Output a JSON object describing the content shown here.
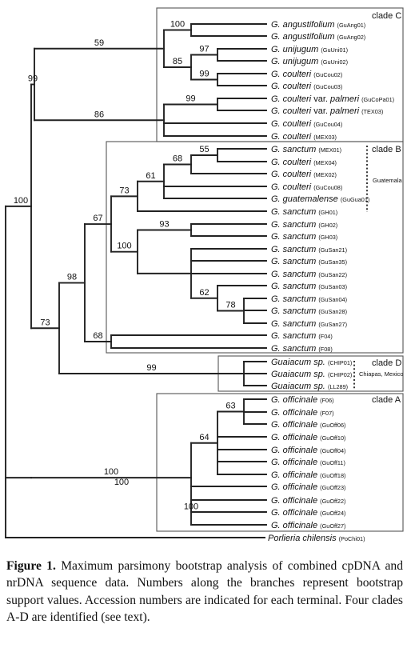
{
  "taxa": [
    {
      "id": "t1",
      "name": "G. angustifolium",
      "acc": "(GuAng01)"
    },
    {
      "id": "t2",
      "name": "G. angustifolium",
      "acc": "(GuAng02)"
    },
    {
      "id": "t3",
      "name": "G. unijugum",
      "acc": "(GuUni01)"
    },
    {
      "id": "t4",
      "name": "G. unijugum",
      "acc": "(GuUni02)"
    },
    {
      "id": "t5",
      "name": "G. coulteri",
      "acc": "(GuCou02)"
    },
    {
      "id": "t6",
      "name": "G. coulteri",
      "acc": "(GuCou03)"
    },
    {
      "id": "t7",
      "name": "G. coulteri",
      "suffix": " var. ",
      "name2": "palmeri",
      "acc": "(GuCoPa01)"
    },
    {
      "id": "t8",
      "name": "G. coulteri",
      "suffix": " var. ",
      "name2": "palmeri",
      "acc": "(TEX03)"
    },
    {
      "id": "t9",
      "name": "G. coulteri",
      "acc": "(GuCou04)"
    },
    {
      "id": "t10",
      "name": "G. coulteri",
      "acc": "(MEX03)"
    },
    {
      "id": "t11",
      "name": "G. sanctum",
      "acc": "(MEX01)"
    },
    {
      "id": "t12",
      "name": "G. coulteri",
      "acc": "(MEX04)"
    },
    {
      "id": "t13",
      "name": "G. coulteri",
      "acc": "(MEX02)"
    },
    {
      "id": "t14",
      "name": "G. coulteri",
      "acc": "(GuCou08)"
    },
    {
      "id": "t15",
      "name": "G. guatemalense",
      "acc": "(GuGua01)"
    },
    {
      "id": "t16",
      "name": "G. sanctum",
      "acc": "(GH01)"
    },
    {
      "id": "t17",
      "name": "G. sanctum",
      "acc": "(GH02)"
    },
    {
      "id": "t18",
      "name": "G. sanctum",
      "acc": "(GH03)"
    },
    {
      "id": "t19",
      "name": "G. sanctum",
      "acc": "(GuSan21)"
    },
    {
      "id": "t20",
      "name": "G. sanctum",
      "acc": "(GuSan35)"
    },
    {
      "id": "t21",
      "name": "G. sanctum",
      "acc": "(GuSan22)"
    },
    {
      "id": "t22",
      "name": "G. sanctum",
      "acc": "(GuSan03)"
    },
    {
      "id": "t23",
      "name": "G. sanctum",
      "acc": "(GuSan04)"
    },
    {
      "id": "t24",
      "name": "G. sanctum",
      "acc": "(GuSan28)"
    },
    {
      "id": "t25",
      "name": "G. sanctum",
      "acc": "(GuSan27)"
    },
    {
      "id": "t26",
      "name": "G. sanctum",
      "acc": "(F04)"
    },
    {
      "id": "t27",
      "name": "G. sanctum",
      "acc": "(F08)"
    },
    {
      "id": "t28",
      "name": "Guaiacum sp.",
      "acc": "(CHIP01)"
    },
    {
      "id": "t29",
      "name": "Guaiacum sp.",
      "acc": "(CHIP02)"
    },
    {
      "id": "t30",
      "name": "Guaiacum sp.",
      "acc": "(LL289)"
    },
    {
      "id": "t31",
      "name": "G. officinale",
      "acc": "(F06)"
    },
    {
      "id": "t32",
      "name": "G. officinale",
      "acc": "(F07)"
    },
    {
      "id": "t33",
      "name": "G. officinale",
      "acc": "(GuOff06)"
    },
    {
      "id": "t34",
      "name": "G. officinale",
      "acc": "(GuOff10)"
    },
    {
      "id": "t35",
      "name": "G. officinale",
      "acc": "(GuOff04)"
    },
    {
      "id": "t36",
      "name": "G. officinale",
      "acc": "(GuOff11)"
    },
    {
      "id": "t37",
      "name": "G. officinale",
      "acc": "(GuOff18)"
    },
    {
      "id": "t38",
      "name": "G. officinale",
      "acc": "(GuOff23)"
    },
    {
      "id": "t39",
      "name": "G. officinale",
      "acc": "(GuOff22)"
    },
    {
      "id": "t40",
      "name": "G. officinale",
      "acc": "(GuOff24)"
    },
    {
      "id": "t41",
      "name": "G. officinale",
      "acc": "(GuOff27)"
    },
    {
      "id": "t42",
      "name": "Porlieria chilensis",
      "acc": "(PoChi01)"
    }
  ],
  "bootstrap": [
    "100",
    "59",
    "97",
    "85",
    "99",
    "99",
    "86",
    "99",
    "100",
    "55",
    "68",
    "61",
    "73",
    "93",
    "100",
    "78",
    "62",
    "67",
    "68",
    "98",
    "99",
    "73",
    "63",
    "64",
    "100",
    "100",
    "100"
  ],
  "clades": {
    "c": "clade C",
    "b": "clade B",
    "d": "clade D",
    "a": "clade A"
  },
  "notes": {
    "guatemala": "Guatemala",
    "chiapas": "Chiapas, Mexico"
  },
  "caption": {
    "label": "Figure 1.",
    "text": " Maximum parsimony bootstrap analysis of combined cpDNA and nrDNA sequence data. Numbers along the branches represent bootstrap support values. Accession numbers are indicated for each terminal. Four clades A-D are identified (see text)."
  }
}
